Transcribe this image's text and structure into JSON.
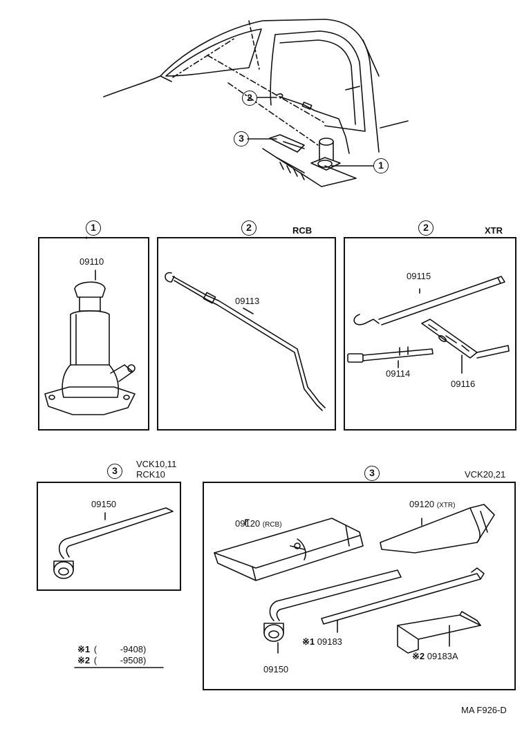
{
  "callouts": {
    "one": "1",
    "two": "2",
    "three": "3"
  },
  "panels": {
    "jack": {
      "callout": "1",
      "part": "09110"
    },
    "handle_rcb": {
      "callout": "2",
      "variant": "RCB",
      "part": "09113"
    },
    "handle_xtr": {
      "callout": "2",
      "variant": "XTR",
      "parts": [
        "09115",
        "09114",
        "09116"
      ]
    },
    "wrench_small": {
      "callout": "3",
      "models_line1": "VCK10,11",
      "models_line2": "RCK10",
      "part": "09150"
    },
    "tools_large": {
      "callout": "3",
      "models": "VCK20,21",
      "bag_rcb": "09120",
      "bag_rcb_note": "(RCB)",
      "bag_xtr": "09120",
      "bag_xtr_note": "(XTR)",
      "wrench": "09150",
      "extension_mark": "※1",
      "extension": "09183",
      "adapter_mark": "※2",
      "adapter": "09183A"
    }
  },
  "legend": {
    "row1_mark": "※1",
    "row1_paren": "(",
    "row1_value": "-9408)",
    "row2_mark": "※2",
    "row2_paren": "(",
    "row2_value": "-9508)"
  },
  "footer_code": "MA  F926-D"
}
